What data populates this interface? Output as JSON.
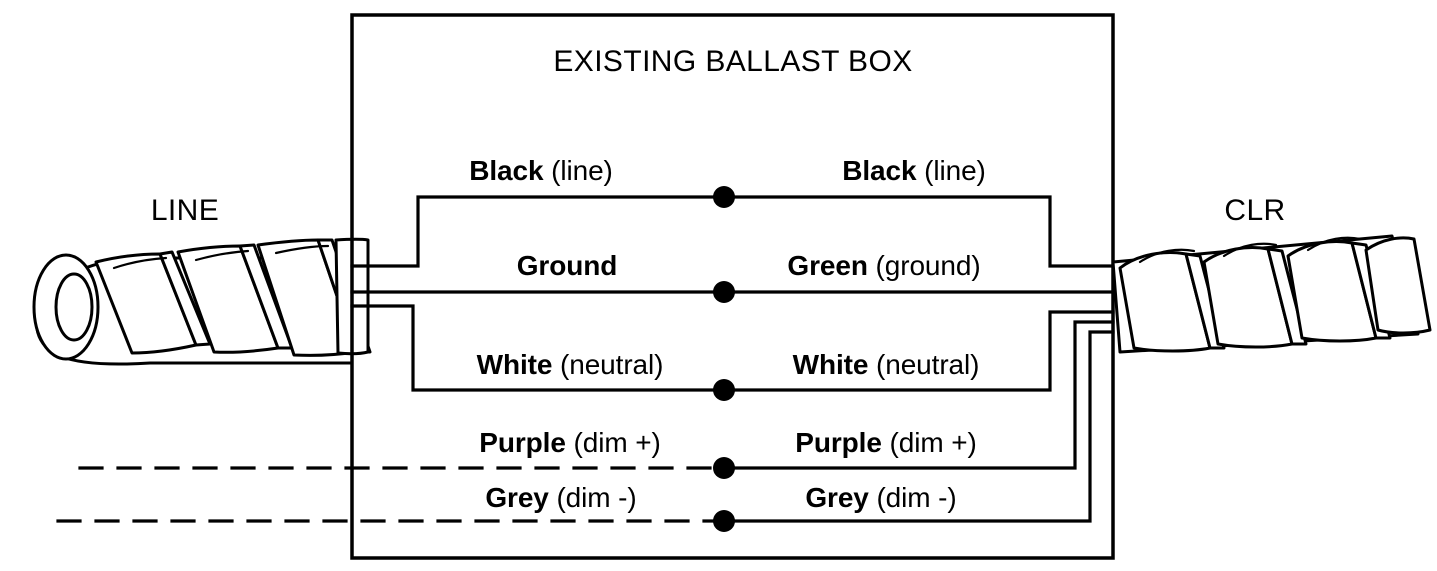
{
  "diagram": {
    "title": "EXISTING BALLAST BOX",
    "endpoints": {
      "left": "LINE",
      "right": "CLR"
    },
    "colors": {
      "stroke": "#000000",
      "background": "#ffffff"
    },
    "wires": [
      {
        "id": "black",
        "left_label_color": "Black",
        "left_label_note": "(line)",
        "right_label_color": "Black",
        "right_label_note": "(line)",
        "left_style": "solid",
        "right_style": "solid"
      },
      {
        "id": "ground",
        "left_label_color": "Ground",
        "left_label_note": "",
        "right_label_color": "Green",
        "right_label_note": "(ground)",
        "left_style": "solid",
        "right_style": "solid"
      },
      {
        "id": "white",
        "left_label_color": "White",
        "left_label_note": "(neutral)",
        "right_label_color": "White",
        "right_label_note": "(neutral)",
        "left_style": "solid",
        "right_style": "solid"
      },
      {
        "id": "purple",
        "left_label_color": "Purple",
        "left_label_note": "(dim +)",
        "right_label_color": "Purple",
        "right_label_note": "(dim +)",
        "left_style": "dashed",
        "right_style": "solid"
      },
      {
        "id": "grey",
        "left_label_color": "Grey",
        "left_label_note": "(dim -)",
        "right_label_color": "Grey",
        "right_label_note": "(dim -)",
        "left_style": "dashed",
        "right_style": "solid"
      }
    ],
    "junction_count": 5
  }
}
